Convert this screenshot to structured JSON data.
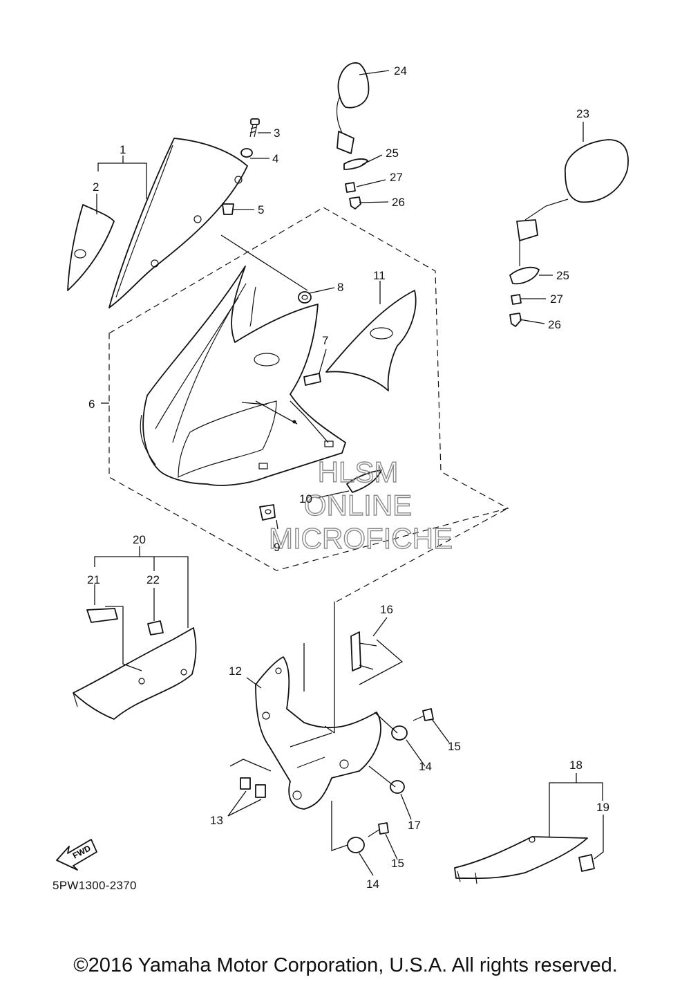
{
  "diagram": {
    "code": "5PW1300-2370",
    "copyright": "©2016 Yamaha Motor Corporation, U.S.A. All rights reserved.",
    "watermark": [
      "HLSM",
      "ONLINE",
      "MICROFICHE"
    ],
    "fwd_label": "FWD",
    "callouts": {
      "p1": "1",
      "p2": "2",
      "p3": "3",
      "p4": "4",
      "p5": "5",
      "p6": "6",
      "p7": "7",
      "p8": "8",
      "p9": "9",
      "p10": "10",
      "p11": "11",
      "p12": "12",
      "p13": "13",
      "p14a": "14",
      "p14b": "14",
      "p15a": "15",
      "p15b": "15",
      "p16": "16",
      "p17": "17",
      "p18": "18",
      "p19": "19",
      "p20": "20",
      "p21": "21",
      "p22": "22",
      "p23": "23",
      "p24": "24",
      "p25a": "25",
      "p25b": "25",
      "p26a": "26",
      "p26b": "26",
      "p27a": "27",
      "p27b": "27"
    }
  }
}
